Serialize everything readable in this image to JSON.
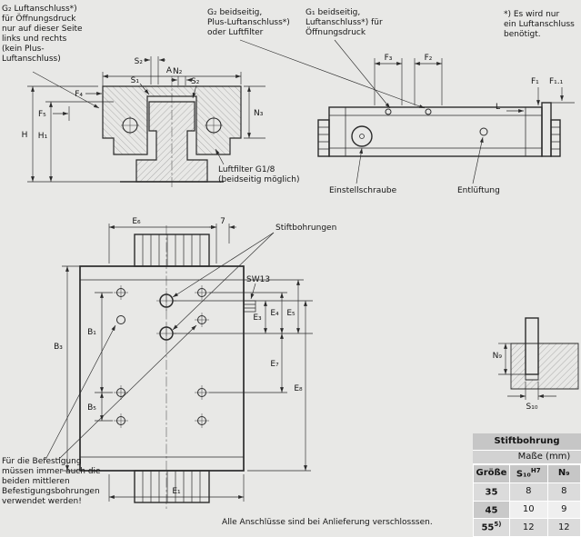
{
  "page": {
    "bottom_note": "Alle Anschlüsse sind bei Anlieferung verschlosssen."
  },
  "front_view": {
    "note_g2": [
      "G₂ Luftanschluss*)",
      "für Öffnungsdruck",
      "nur auf dieser Seite",
      "links und rechts",
      "(kein Plus-",
      "Luftanschluss)"
    ],
    "note_luftfilter": [
      "Luftfilter G1/8",
      "(beidseitig möglich)"
    ],
    "dims": {
      "A": "A",
      "S2_top": "S₂",
      "S1": "S₁",
      "N2": "N₂",
      "S2_right": "S₂",
      "F4": "F₄",
      "F5": "F₅",
      "H": "H",
      "H1": "H₁",
      "N3": "N₃"
    }
  },
  "side_view": {
    "note_g2": [
      "G₂ beidseitig,",
      "Plus-Luftanschluss*)",
      "oder Luftfilter"
    ],
    "note_g1": [
      "G₁ beidseitig,",
      "Luftanschluss*) für",
      "Öffnungsdruck"
    ],
    "note_star": [
      "*) Es wird nur",
      "ein Luftanschluss",
      "benötigt."
    ],
    "label_einstellschraube": "Einstellschraube",
    "label_entlueftung": "Entlüftung",
    "dims": {
      "F3": "F₃",
      "F2": "F₂",
      "F1": "F₁",
      "F1_1": "F₁.₁",
      "L": "L"
    }
  },
  "plan_view": {
    "label_stiftbohrungen": "Stiftbohrungen",
    "label_sw13": "SW13",
    "note_befestigung": [
      "Für die Befestigung",
      "müssen immer auch die",
      "beiden mittleren",
      "Befestigungsbohrungen",
      "verwendet werden!"
    ],
    "dims": {
      "E6": "E₆",
      "seven": "7",
      "E3": "E₃",
      "E4": "E₄",
      "E5": "E₅",
      "E7": "E₇",
      "E8": "E₈",
      "E1": "E₁",
      "B1": "B₁",
      "B3": "B₃",
      "B5": "B₅"
    }
  },
  "detail_view": {
    "dims": {
      "N9": "N₉",
      "S10": "S₁₀"
    }
  },
  "pin_table": {
    "title": "Stiftbohrung",
    "units": "Maße (mm)",
    "headers": {
      "size": "Größe",
      "s10_base": "S₁₀",
      "s10_sup": "H7",
      "n9": "N₉"
    },
    "rows": [
      {
        "size": "35",
        "sup": "",
        "s10": "8",
        "n9": "8"
      },
      {
        "size": "45",
        "sup": "",
        "s10": "10",
        "n9": "9"
      },
      {
        "size": "55",
        "sup": "5)",
        "s10": "12",
        "n9": "12"
      }
    ]
  }
}
